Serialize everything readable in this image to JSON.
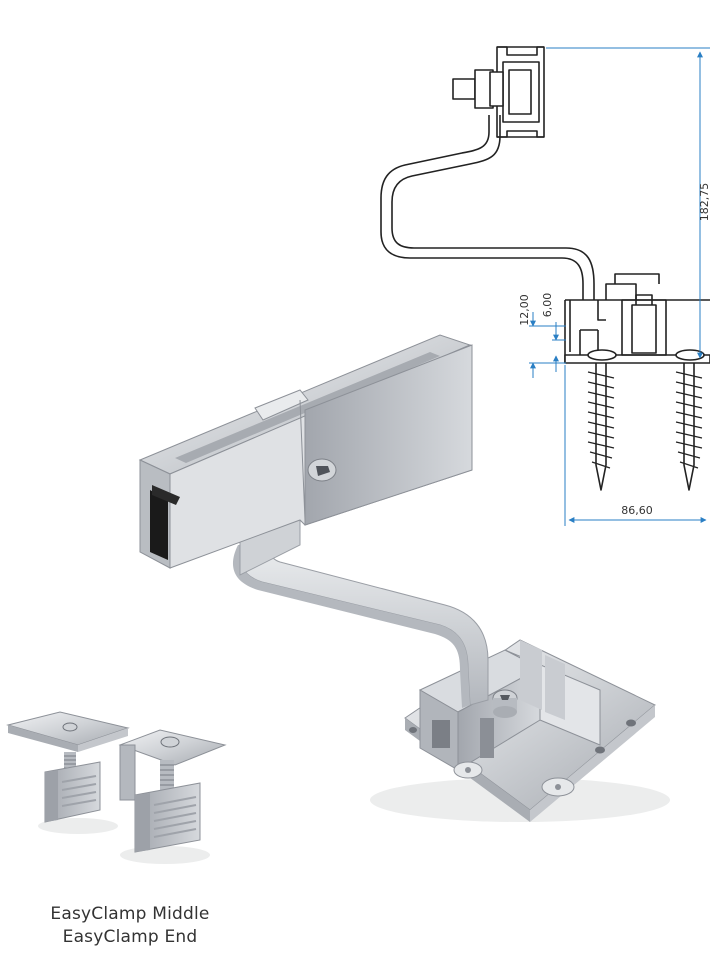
{
  "drawing": {
    "dimensions": {
      "height": "182,75",
      "width": "86,60",
      "offset_outer": "12,00",
      "offset_inner": "6,00"
    },
    "dimension_color": "#2a7fc4",
    "line_color": "#222222"
  },
  "products": {
    "main_hook": "roof-hook-with-rail",
    "clamps": [
      "clamp-middle",
      "clamp-end"
    ]
  },
  "captions": {
    "line1": "EasyClamp Middle",
    "line2": "EasyClamp End"
  },
  "colors": {
    "aluminium_light": "#e4e6e9",
    "aluminium_mid": "#bfc3c8",
    "aluminium_dark": "#8d9198",
    "rubber": "#1a1a1a"
  }
}
